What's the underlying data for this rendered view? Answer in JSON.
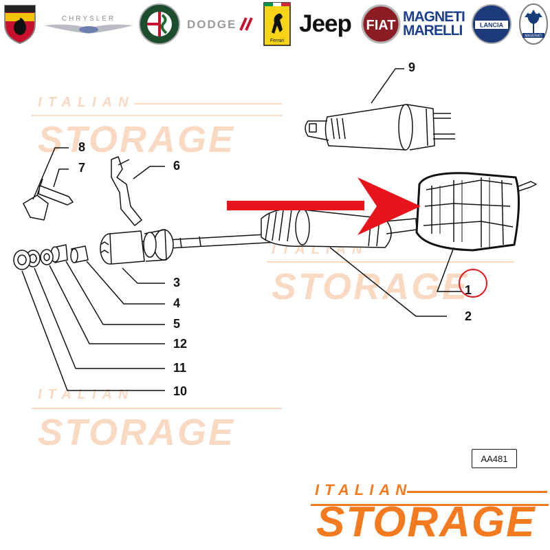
{
  "brands": [
    {
      "name": "abarth",
      "text": "ABARTH"
    },
    {
      "name": "chrysler",
      "text": "CHRYSLER"
    },
    {
      "name": "alfa-romeo",
      "text": "ALFA ROMEO"
    },
    {
      "name": "dodge",
      "text": "DODGE"
    },
    {
      "name": "ferrari",
      "text": "Ferrari"
    },
    {
      "name": "jeep",
      "text": "Jeep"
    },
    {
      "name": "fiat",
      "text": "FIAT"
    },
    {
      "name": "magneti-marelli",
      "text": "MAGNETI MARELLI"
    },
    {
      "name": "lancia",
      "text": "LANCIA"
    },
    {
      "name": "maserati",
      "text": "MASERATI"
    }
  ],
  "watermark": {
    "small": "ITALIAN",
    "big": "STORAGE"
  },
  "footer": {
    "small": "ITALIAN",
    "big": "STORAGE"
  },
  "diagram_code": "AA481",
  "part_numbers": {
    "p1": "1",
    "p2": "2",
    "p3": "3",
    "p4": "4",
    "p5": "5",
    "p6": "6",
    "p7": "7",
    "p8": "8",
    "p9": "9",
    "p10": "10",
    "p11": "11",
    "p12": "12"
  },
  "colors": {
    "accent": "#f47a20",
    "watermark": "#f9d9c2",
    "arrow": "#e8141c",
    "highlight_circle": "#e8141c"
  }
}
